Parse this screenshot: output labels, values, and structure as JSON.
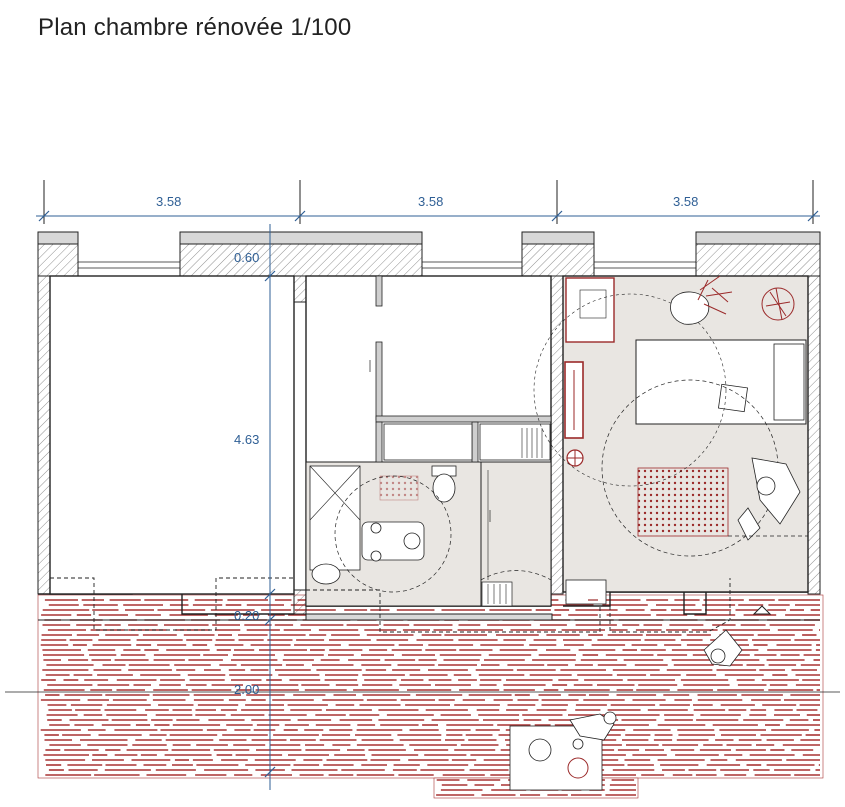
{
  "title": "Plan chambre rénovée 1/100",
  "dimensions": {
    "width_1": "3.58",
    "width_2": "3.58",
    "width_3": "3.58",
    "wall_depth": "0.60",
    "room_depth": "4.63",
    "facade_depth": "0.20",
    "terrace_depth": "2.00"
  },
  "colors": {
    "wall_line": "#222222",
    "dimension": "#2f5f95",
    "accent": "#9b2a2a",
    "floor_fill": "#e9e6e2",
    "terrace_red": "#a83434"
  }
}
